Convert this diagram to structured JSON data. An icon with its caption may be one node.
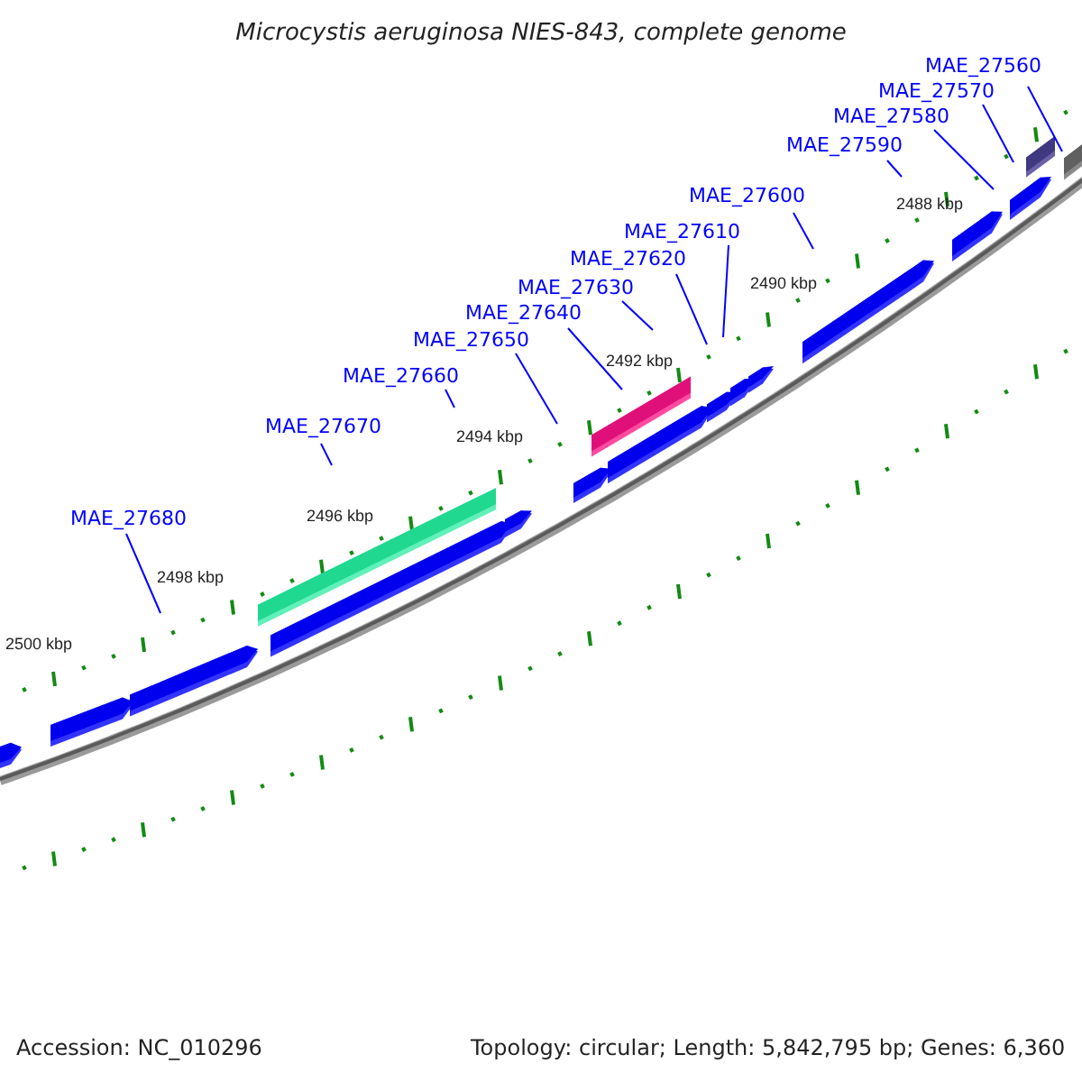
{
  "diagram": {
    "title": "Microcystis aeruginosa NIES-843, complete genome",
    "nodes": [
      {
        "text": [
          "MAE_27560"
        ]
      },
      {
        "text": [
          "MAE_27570"
        ]
      },
      {
        "text": [
          "MAE_27580"
        ]
      },
      {
        "text": [
          "MAE_27590"
        ]
      },
      {
        "text": [
          "MAE_27600"
        ]
      },
      {
        "text": [
          "MAE_27610"
        ]
      },
      {
        "text": [
          "MAE_27620"
        ]
      },
      {
        "text": [
          "MAE_27630"
        ]
      },
      {
        "text": [
          "MAE_27640"
        ]
      },
      {
        "text": [
          "MAE_27650"
        ]
      },
      {
        "text": [
          "MAE_27660"
        ]
      },
      {
        "text": [
          "MAE_27670"
        ]
      },
      {
        "text": [
          "MAE_27680"
        ]
      }
    ],
    "edges": [
      {
        "from": 0,
        "to": null,
        "arrow": "none"
      },
      {
        "from": 1,
        "to": null,
        "arrow": "none"
      },
      {
        "from": 2,
        "to": null,
        "arrow": "none"
      },
      {
        "from": 3,
        "to": null,
        "arrow": "none"
      },
      {
        "from": 4,
        "to": null,
        "arrow": "none"
      },
      {
        "from": 5,
        "to": null,
        "arrow": "none"
      },
      {
        "from": 6,
        "to": null,
        "arrow": "none"
      },
      {
        "from": 7,
        "to": null,
        "arrow": "none"
      },
      {
        "from": 8,
        "to": null,
        "arrow": "none"
      },
      {
        "from": 9,
        "to": null,
        "arrow": "none"
      },
      {
        "from": 10,
        "to": null,
        "arrow": "none"
      },
      {
        "from": 11,
        "to": null,
        "arrow": "none"
      },
      {
        "from": 12,
        "to": null,
        "arrow": "none"
      }
    ],
    "labels": [
      "2488 kbp",
      "2490 kbp",
      "2492 kbp",
      "2494 kbp",
      "2496 kbp",
      "2498 kbp",
      "2500 kbp",
      "Accession: NC_010296",
      "Topology: circular; Length: 5,842,795 bp; Genes: 6,360"
    ]
  }
}
